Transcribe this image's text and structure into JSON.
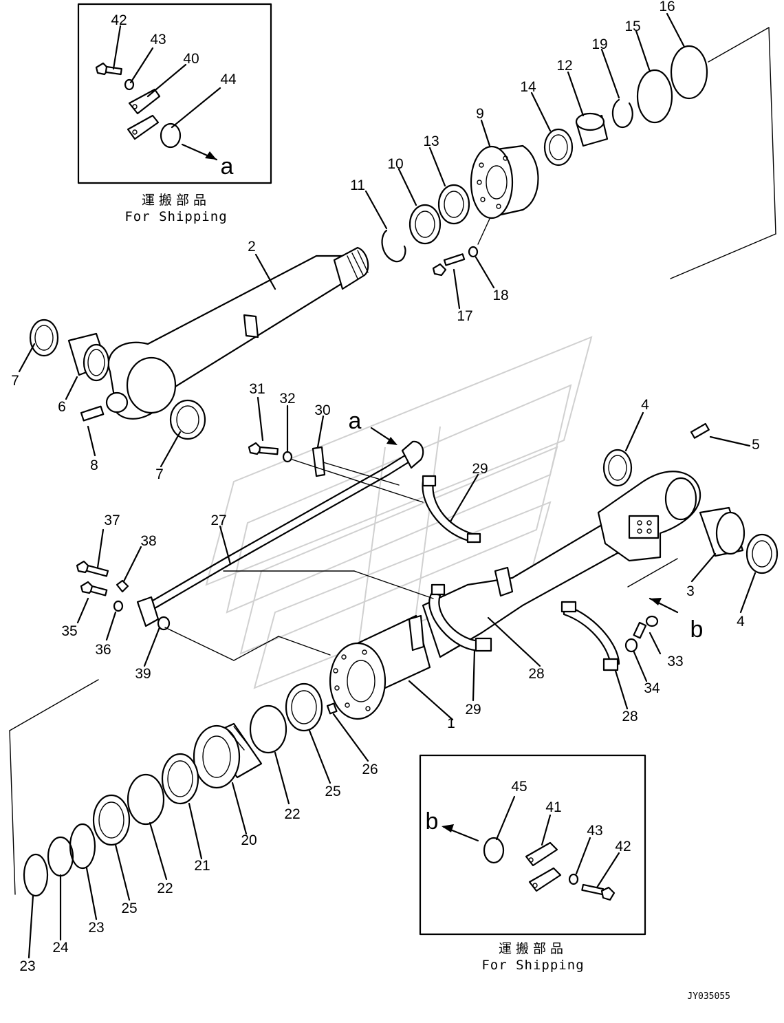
{
  "drawing_code": "JY035055",
  "inset_top": {
    "caption_jp": "運搬部品",
    "caption_en": "For Shipping",
    "view_letter": "a"
  },
  "inset_bottom": {
    "caption_jp": "運搬部品",
    "caption_en": "For Shipping",
    "view_letter": "b"
  },
  "view_markers": {
    "a": "a",
    "b": "b"
  },
  "labels": {
    "p1": "1",
    "p2": "2",
    "p3": "3",
    "p4a": "4",
    "p4b": "4",
    "p5": "5",
    "p6": "6",
    "p7a": "7",
    "p7b": "7",
    "p8": "8",
    "p9": "9",
    "p10": "10",
    "p11": "11",
    "p12": "12",
    "p13": "13",
    "p14": "14",
    "p15": "15",
    "p16": "16",
    "p17": "17",
    "p18": "18",
    "p19": "19",
    "p20": "20",
    "p21": "21",
    "p22a": "22",
    "p22b": "22",
    "p23a": "23",
    "p23b": "23",
    "p24": "24",
    "p25a": "25",
    "p25b": "25",
    "p26": "26",
    "p27": "27",
    "p28a": "28",
    "p28b": "28",
    "p29a": "29",
    "p29b": "29",
    "p30": "30",
    "p31": "31",
    "p32": "32",
    "p33": "33",
    "p34": "34",
    "p35": "35",
    "p36": "36",
    "p37": "37",
    "p38": "38",
    "p39": "39",
    "p40": "40",
    "p41": "41",
    "p42a": "42",
    "p42b": "42",
    "p43a": "43",
    "p43b": "43",
    "p44": "44",
    "p45": "45"
  }
}
